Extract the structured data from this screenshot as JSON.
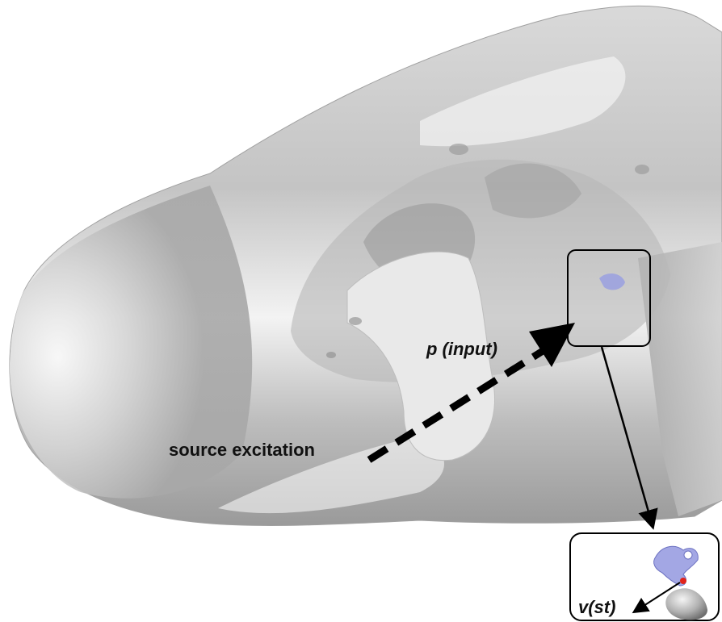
{
  "labels": {
    "source_excitation": "source excitation",
    "pressure_input": "p (input)",
    "stapes_velocity": "v(st)"
  },
  "colors": {
    "surface_light": "#f2f2f2",
    "surface_mid": "#c9c9c9",
    "surface_dark": "#8e8e8e",
    "ossicle_blue": "#9aa0e0",
    "marker_red": "#e0241b",
    "arrow": "#000000"
  },
  "icons": {
    "skull_model": "3d-head-model-icon",
    "inset_ossicles": "ossicle-chain-icon"
  }
}
